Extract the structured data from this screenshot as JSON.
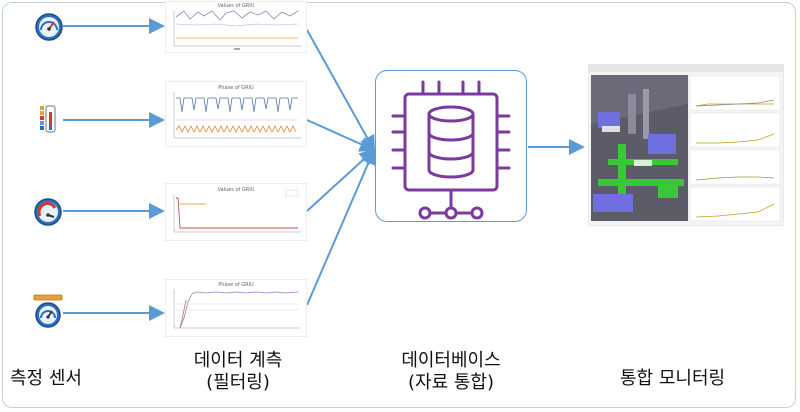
{
  "labels": {
    "sensor": "측정 센서",
    "acquisition_line1": "데이터 계측",
    "acquisition_line2": "(필터링)",
    "database_line1": "데이터베이스",
    "database_line2": "(자료 통합)",
    "monitor": "통합 모니터링"
  },
  "plot_titles": [
    "Values of GRIU",
    "Phase of GRIU",
    "Values of GRIU",
    "Phase of GRIU"
  ],
  "sensor_icons": [
    "speedometer-gauge-icon",
    "thermometer-icon",
    "pressure-gauge-icon",
    "gauge-with-sensor-bar-icon"
  ],
  "colors": {
    "arrow": "#5b9bd5",
    "database": "#7a3aa0",
    "frame": "#bcd3e6"
  }
}
